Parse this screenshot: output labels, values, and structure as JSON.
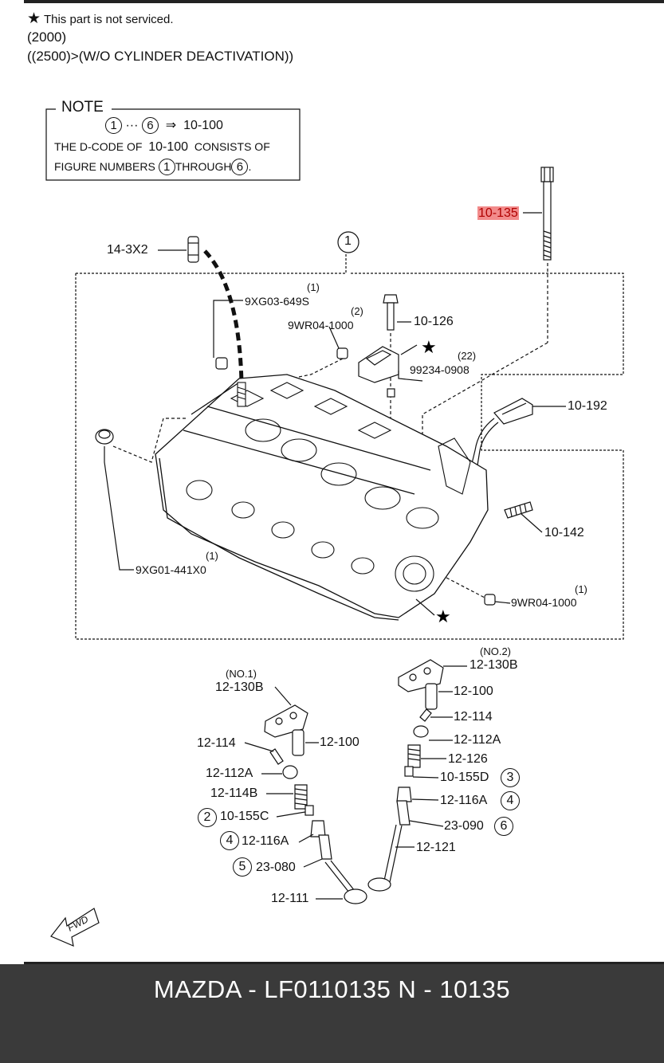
{
  "header": {
    "star_note": "This part is not serviced.",
    "year": "(2000)",
    "variant": "((2500)>(W/O CYLINDER DEACTIVATION))"
  },
  "note_box": {
    "title": "NOTE",
    "range_from": "1",
    "range_to": "6",
    "dots": "···",
    "arrow": "⇒",
    "target_code": "10-100",
    "line2_prefix": "THE D-CODE OF",
    "line2_code": "10-100",
    "line2_suffix": "CONSISTS OF",
    "line3_prefix": "FIGURE NUMBERS",
    "line3_from": "1",
    "line3_through": "THROUGH",
    "line3_to": "6",
    "line3_end": "."
  },
  "labels": {
    "highlight": "10-135",
    "p14_3x2": "14-3X2",
    "fig1": "1",
    "p9xg03_qty": "(1)",
    "p9xg03": "9XG03-649S",
    "p9wr04_a_qty": "(2)",
    "p9wr04_a": "9WR04-1000",
    "p10_126": "10-126",
    "p99234_qty": "(22)",
    "p99234": "99234-0908",
    "p10_192": "10-192",
    "p10_142": "10-142",
    "p9xg01_qty": "(1)",
    "p9xg01": "9XG01-441X0",
    "p9wr04_b_qty": "(1)",
    "p9wr04_b": "9WR04-1000",
    "no1": "(NO.1)",
    "p12_130b_1": "12-130B",
    "no2": "(NO.2)",
    "p12_130b_2": "12-130B",
    "p12_100_r": "12-100",
    "p12_114_r": "12-114",
    "p12_112a_r": "12-112A",
    "p12_126": "12-126",
    "p10_155d": "10-155D",
    "fig3": "3",
    "p12_116a_r": "12-116A",
    "fig4_r": "4",
    "p23_090": "23-090",
    "fig6": "6",
    "p12_121": "12-121",
    "p12_114_l": "12-114",
    "p12_100_l": "12-100",
    "p12_112a_l": "12-112A",
    "p12_114b": "12-114B",
    "fig2": "2",
    "p10_155c": "10-155C",
    "fig4_l": "4",
    "p12_116a_l": "12-116A",
    "fig5": "5",
    "p23_080": "23-080",
    "p12_111": "12-111",
    "fwd": "FWD"
  },
  "footer": {
    "text": "MAZDA - LF0110135   N - 10135"
  },
  "colors": {
    "footer_bg": "#3a3a3a",
    "highlight_bg": "#f28b8b",
    "highlight_text": "#b00000"
  }
}
